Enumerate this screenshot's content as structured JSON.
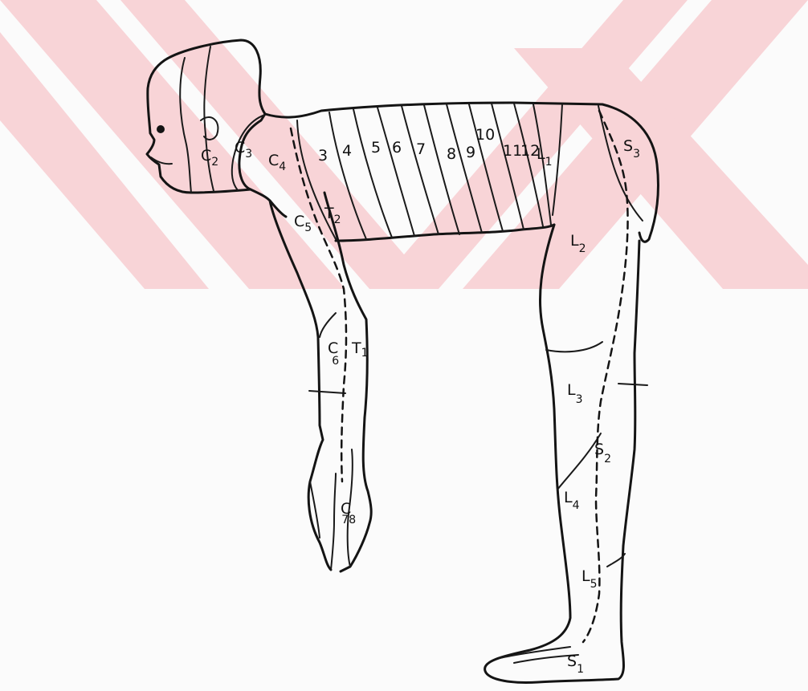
{
  "colors": {
    "watermark": "#f8c7cc",
    "ink": "#141414",
    "paper": "#fbfbfb"
  },
  "labels": {
    "c2": {
      "main": "C",
      "sub": "2"
    },
    "c3": {
      "main": "C",
      "sub": "3"
    },
    "c4": {
      "main": "C",
      "sub": "4"
    },
    "c5": {
      "main": "C",
      "sub": "5"
    },
    "c6": {
      "main": "C",
      "sub": "6"
    },
    "c78": {
      "main": "C",
      "sub": "78"
    },
    "t1": {
      "main": "T",
      "sub": "1"
    },
    "t2": {
      "main": "T",
      "sub": "2"
    },
    "t3": "3",
    "t4": "4",
    "t5": "5",
    "t6": "6",
    "t7": "7",
    "t8": "8",
    "t9": "9",
    "t10": "10",
    "t11": "11",
    "t12": "12",
    "l1": {
      "main": "L",
      "sub": "1"
    },
    "l2": {
      "main": "L",
      "sub": "2"
    },
    "l3": {
      "main": "L",
      "sub": "3"
    },
    "l4": {
      "main": "L",
      "sub": "4"
    },
    "l5": {
      "main": "L",
      "sub": "5"
    },
    "s1": {
      "main": "S",
      "sub": "1"
    },
    "s2": {
      "main": "S",
      "sub": "2"
    },
    "s3": {
      "main": "S",
      "sub": "3"
    }
  }
}
